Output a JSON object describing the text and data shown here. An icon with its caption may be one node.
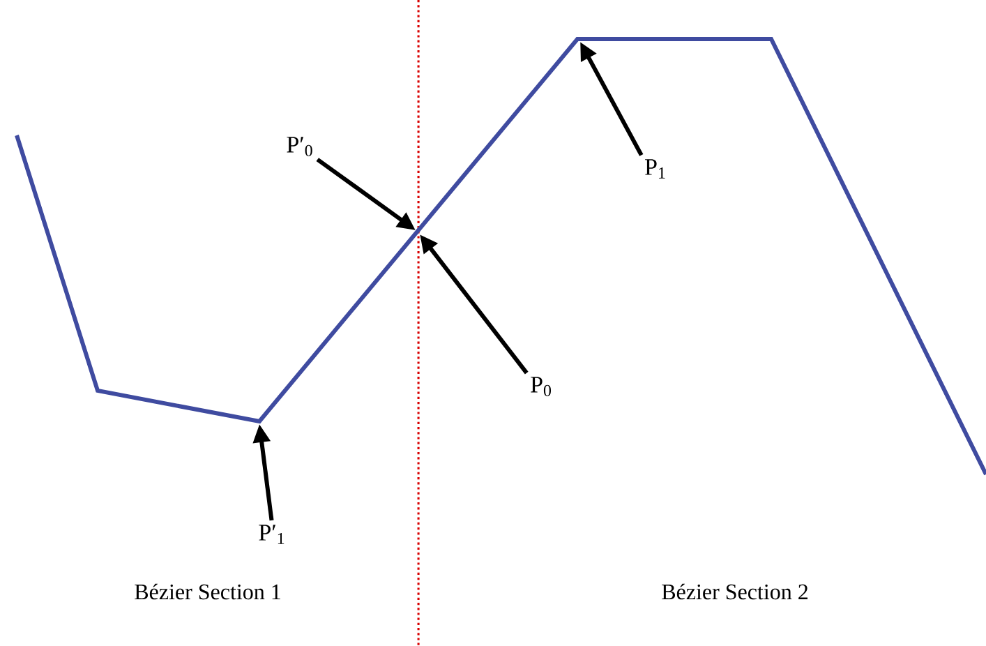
{
  "diagram": {
    "nodes": [
      {
        "text": [
          "P′$_{0}$"
        ]
      },
      {
        "text": [
          "P$_{0}$"
        ]
      },
      {
        "text": [
          "P$_{1}$"
        ]
      },
      {
        "text": [
          "P′$_{1}$"
        ]
      }
    ],
    "edges": [
      {
        "from": 0,
        "to": null,
        "arrow": "to"
      },
      {
        "from": 1,
        "to": null,
        "arrow": "to"
      },
      {
        "from": 2,
        "to": null,
        "arrow": "to"
      },
      {
        "from": 3,
        "to": null,
        "arrow": "to"
      }
    ],
    "labels": [
      "Bézier Section 1",
      "Bézier Section 2"
    ]
  }
}
